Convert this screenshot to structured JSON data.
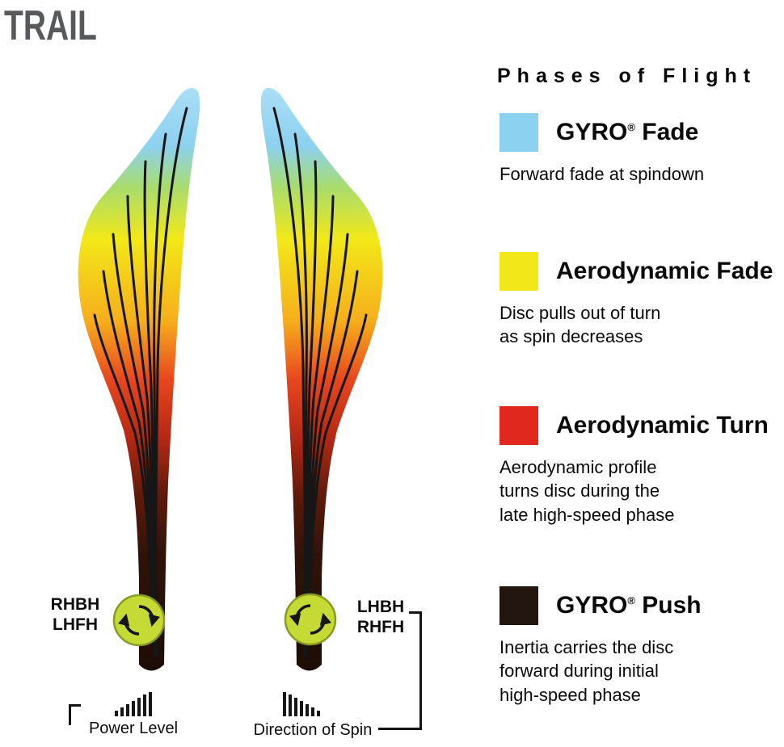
{
  "title": "TRAIL",
  "colors": {
    "gyro_fade_blue": "#8CD1F0",
    "aero_fade_yellow": "#F2E718",
    "aero_turn_red": "#E0281E",
    "gyro_push_dark": "#231510",
    "spin_icon_green": "#C6DA35",
    "title_gray": "#58595B"
  },
  "left_disc": {
    "spin_label": "RHBH\nLHFH"
  },
  "right_disc": {
    "spin_label": "LHBH\nRHFH"
  },
  "footer": {
    "power_label": "Power Level",
    "spin_direction_label": "Direction of Spin"
  },
  "legend": {
    "title": "Phases of Flight",
    "items": [
      {
        "swatch_color": "#8CD1F0",
        "name": "GYRO",
        "sup": "®",
        "name_rest": " Fade",
        "description": "Forward fade at spindown"
      },
      {
        "swatch_color": "#F2E718",
        "name": "Aerodynamic Fade",
        "sup": "",
        "name_rest": "",
        "description": "Disc pulls out of turn\nas spin decreases"
      },
      {
        "swatch_color": "#E0281E",
        "name": "Aerodynamic Turn",
        "sup": "",
        "name_rest": "",
        "description": "Aerodynamic profile\nturns disc during the\nlate high-speed phase"
      },
      {
        "swatch_color": "#231510",
        "name": "GYRO",
        "sup": "®",
        "name_rest": " Push",
        "description": "Inertia carries the disc\nforward during initial\nhigh-speed phase"
      }
    ]
  }
}
